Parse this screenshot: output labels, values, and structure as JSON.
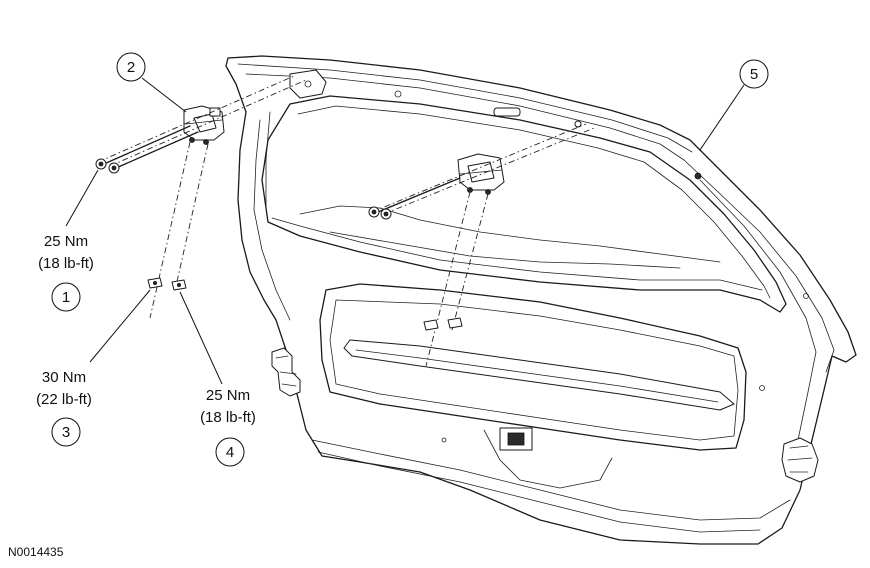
{
  "callouts": [
    {
      "number": "1",
      "torque_nm": "25 Nm",
      "torque_lbft": "(18 lb-ft)"
    },
    {
      "number": "2"
    },
    {
      "number": "3",
      "torque_nm": "30 Nm",
      "torque_lbft": "(22 lb-ft)"
    },
    {
      "number": "4",
      "torque_nm": "25 Nm",
      "torque_lbft": "(18 lb-ft)"
    },
    {
      "number": "5"
    }
  ],
  "figure_id": "N0014435"
}
